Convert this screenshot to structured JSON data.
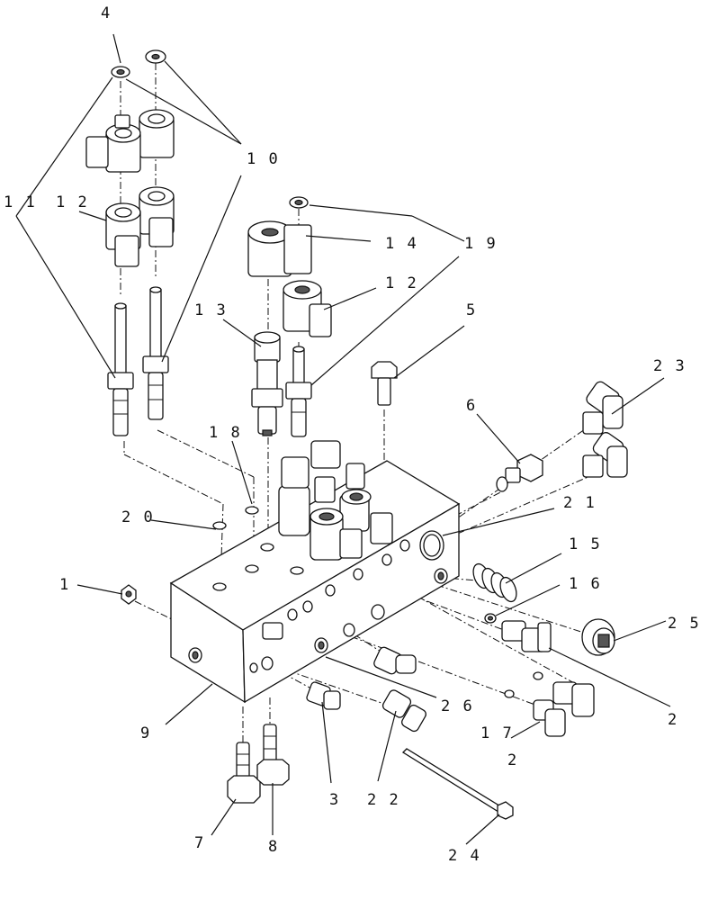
{
  "figure": {
    "callouts": [
      {
        "id": "c4",
        "text": "4"
      },
      {
        "id": "c10",
        "text": "1 0"
      },
      {
        "id": "c11",
        "text": "1 1"
      },
      {
        "id": "c12a",
        "text": "1 2"
      },
      {
        "id": "c14",
        "text": "1 4"
      },
      {
        "id": "c19",
        "text": "1 9"
      },
      {
        "id": "c12b",
        "text": "1 2"
      },
      {
        "id": "c13",
        "text": "1 3"
      },
      {
        "id": "c5",
        "text": "5"
      },
      {
        "id": "c23",
        "text": "2 3"
      },
      {
        "id": "c6",
        "text": "6"
      },
      {
        "id": "c18",
        "text": "1 8"
      },
      {
        "id": "c20",
        "text": "2 0"
      },
      {
        "id": "c21",
        "text": "2 1"
      },
      {
        "id": "c15",
        "text": "1 5"
      },
      {
        "id": "c1",
        "text": "1"
      },
      {
        "id": "c16",
        "text": "1 6"
      },
      {
        "id": "c25",
        "text": "2 5"
      },
      {
        "id": "c2a",
        "text": "2"
      },
      {
        "id": "c26",
        "text": "2 6"
      },
      {
        "id": "c17",
        "text": "1 7"
      },
      {
        "id": "c2b",
        "text": "2"
      },
      {
        "id": "c9",
        "text": "9"
      },
      {
        "id": "c3",
        "text": "3"
      },
      {
        "id": "c22",
        "text": "2 2"
      },
      {
        "id": "c7",
        "text": "7"
      },
      {
        "id": "c8",
        "text": "8"
      },
      {
        "id": "c24",
        "text": "2 4"
      }
    ]
  }
}
